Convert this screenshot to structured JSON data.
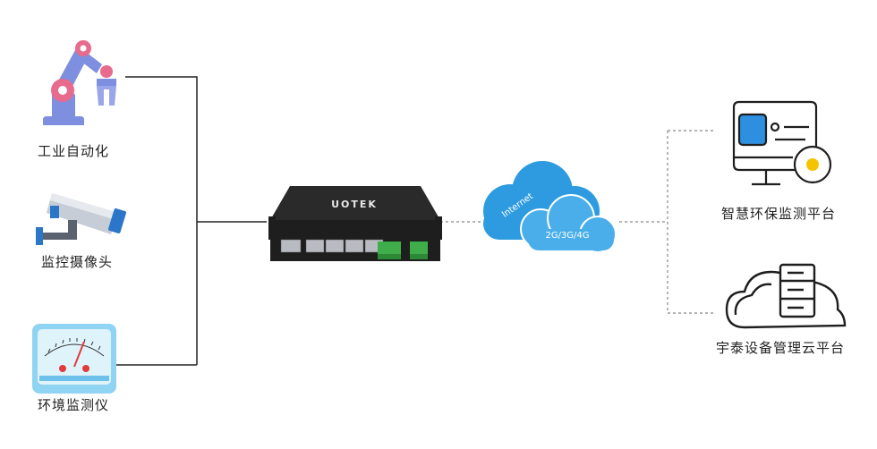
{
  "devices": [
    {
      "label": "工业自动化",
      "icon": "robot-arm-icon"
    },
    {
      "label": "监控摄像头",
      "icon": "security-camera-icon"
    },
    {
      "label": "环境监测仪",
      "icon": "gauge-meter-icon"
    }
  ],
  "gateway": {
    "brand": "UOTEK",
    "icon": "router-gateway-icon"
  },
  "cloud": {
    "text_network": "2G/3G/4G",
    "text_internet": "Internet",
    "icon": "cloud-icon"
  },
  "platforms": [
    {
      "label": "智慧环保监测平台",
      "icon": "monitor-platform-icon"
    },
    {
      "label": "宇泰设备管理云平台",
      "icon": "cloud-server-icon"
    }
  ],
  "colors": {
    "robot_blue": "#7f8fe0",
    "robot_pink": "#e86a8c",
    "cloud_blue": "#2e9be0",
    "gateway_black": "#1e1e1e",
    "terminal_green": "#3fae4a",
    "platform_blue": "#2e8fe0",
    "platform_yellow": "#f5c400"
  }
}
